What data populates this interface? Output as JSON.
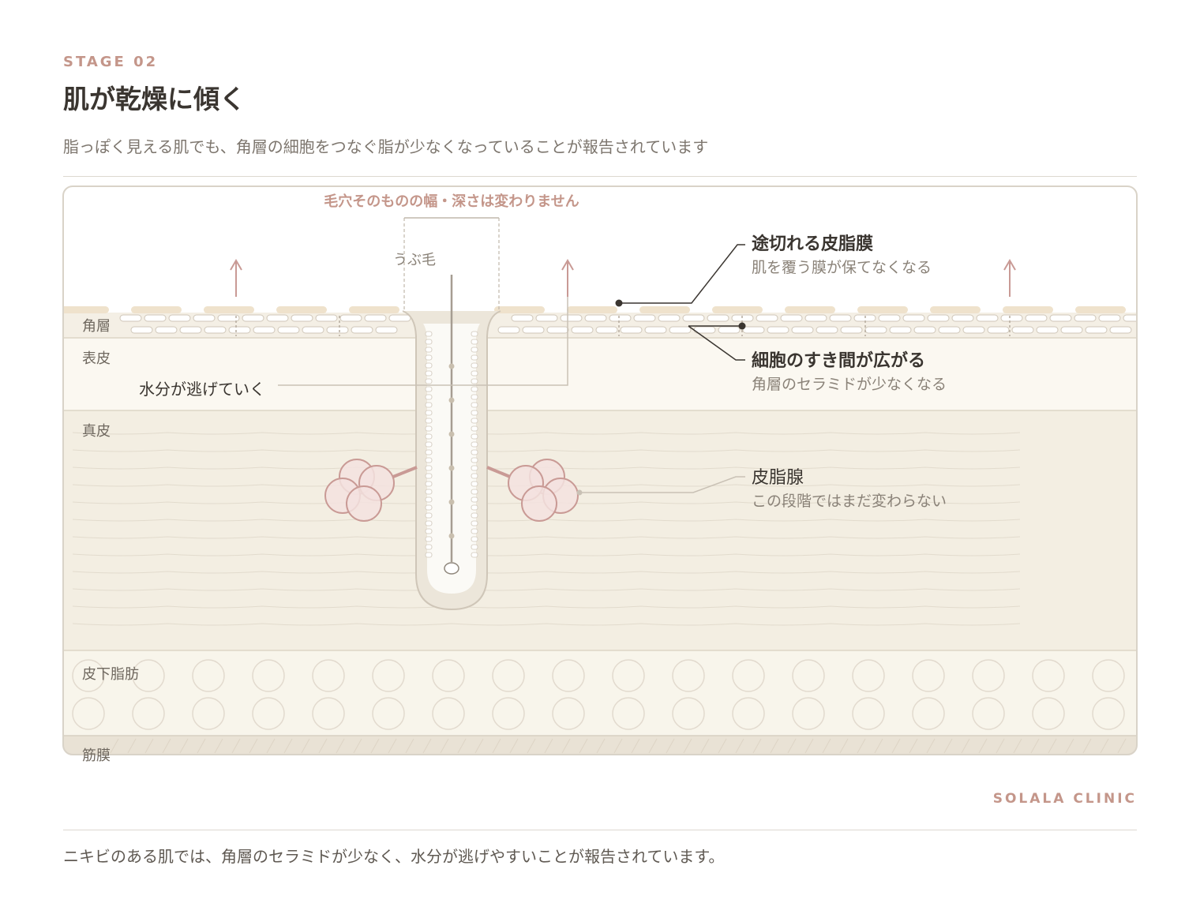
{
  "header": {
    "stage": "STAGE 02",
    "title": "肌が乾燥に傾く",
    "subtitle": "脂っぽく見える肌でも、角層の細胞をつなぐ脂が少なくなっていることが報告されています"
  },
  "diagram": {
    "top_note": "毛穴そのものの幅・深さは変わりません",
    "hair_label": "うぶ毛",
    "layers": {
      "stratum_corneum": "角層",
      "epidermis": "表皮",
      "dermis": "真皮",
      "subcutaneous": "皮下脂肪",
      "fascia": "筋膜"
    },
    "water_label": "水分が逃げていく",
    "callouts": [
      {
        "title": "途切れる皮脂膜",
        "desc": "肌を覆う膜が保てなくなる"
      },
      {
        "title": "細胞のすき間が広がる",
        "desc": "角層のセラミドが少なくなる"
      },
      {
        "title": "皮脂腺",
        "desc": "この段階ではまだ変わらない"
      }
    ],
    "colors": {
      "accent": "#c4968a",
      "sebum": "#efe2cc",
      "epidermis": "#fbf8f1",
      "dermis": "#f3eee2",
      "subcutaneous": "#f8f5eb",
      "fascia": "#e9e2d5",
      "line": "#3a3530"
    }
  },
  "footer": {
    "brand": "SOLALA CLINIC",
    "note": "ニキビのある肌では、角層のセラミドが少なく、水分が逃げやすいことが報告されています。"
  }
}
